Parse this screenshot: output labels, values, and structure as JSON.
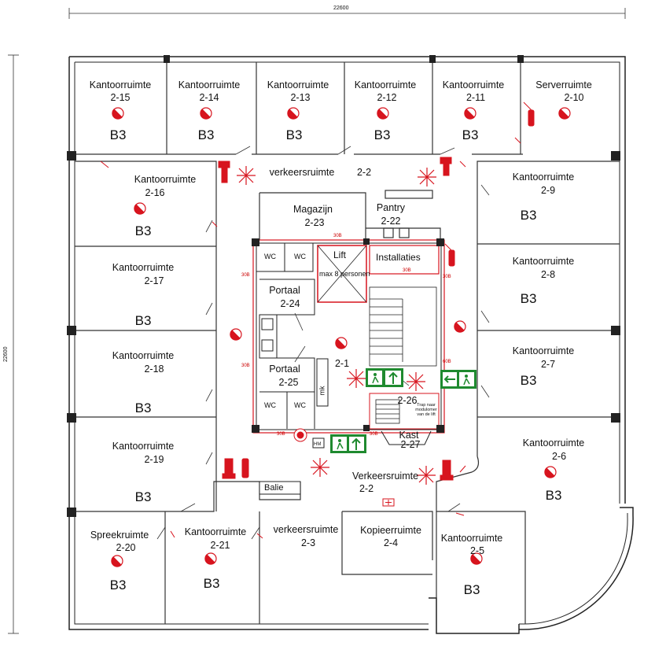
{
  "dimensions": {
    "width": "22600",
    "height": "22600"
  },
  "rooms": [
    {
      "id": "2-15",
      "name": "Kantoorruimte",
      "number": "2-15",
      "class": "B3"
    },
    {
      "id": "2-14",
      "name": "Kantoorruimte",
      "number": "2-14",
      "class": "B3"
    },
    {
      "id": "2-13",
      "name": "Kantoorruimte",
      "number": "2-13",
      "class": "B3"
    },
    {
      "id": "2-12",
      "name": "Kantoorruimte",
      "number": "2-12",
      "class": "B3"
    },
    {
      "id": "2-11",
      "name": "Kantoorruimte",
      "number": "2-11",
      "class": "B3"
    },
    {
      "id": "2-10",
      "name": "Serverruimte",
      "number": "2-10",
      "class": ""
    },
    {
      "id": "2-16",
      "name": "Kantoorruimte",
      "number": "2-16",
      "class": "B3"
    },
    {
      "id": "2-17",
      "name": "Kantoorruimte",
      "number": "2-17",
      "class": "B3"
    },
    {
      "id": "2-18",
      "name": "Kantoorruimte",
      "number": "2-18",
      "class": "B3"
    },
    {
      "id": "2-19",
      "name": "Kantoorruimte",
      "number": "2-19",
      "class": "B3"
    },
    {
      "id": "2-20",
      "name": "Spreekruimte",
      "number": "2-20",
      "class": "B3"
    },
    {
      "id": "2-21",
      "name": "Kantoorruimte",
      "number": "2-21",
      "class": "B3"
    },
    {
      "id": "2-9",
      "name": "Kantoorruimte",
      "number": "2-9",
      "class": "B3"
    },
    {
      "id": "2-8",
      "name": "Kantoorruimte",
      "number": "2-8",
      "class": "B3"
    },
    {
      "id": "2-7",
      "name": "Kantoorruimte",
      "number": "2-7",
      "class": "B3"
    },
    {
      "id": "2-6",
      "name": "Kantoorruimte",
      "number": "2-6",
      "class": "B3"
    },
    {
      "id": "2-5",
      "name": "Kantoorruimte",
      "number": "2-5",
      "class": "B3"
    },
    {
      "id": "2-2a",
      "name": "verkeersruimte",
      "number": "2-2",
      "class": ""
    },
    {
      "id": "2-2b",
      "name": "Verkeersruimte",
      "number": "2-2",
      "class": ""
    },
    {
      "id": "2-3",
      "name": "verkeersruimte",
      "number": "2-3",
      "class": ""
    },
    {
      "id": "2-4",
      "name": "Kopieerruimte",
      "number": "2-4",
      "class": ""
    },
    {
      "id": "2-23",
      "name": "Magazijn",
      "number": "2-23",
      "class": ""
    },
    {
      "id": "2-22",
      "name": "Pantry",
      "number": "2-22",
      "class": ""
    },
    {
      "id": "2-24",
      "name": "Portaal",
      "number": "2-24",
      "class": ""
    },
    {
      "id": "2-25",
      "name": "Portaal",
      "number": "2-25",
      "class": ""
    },
    {
      "id": "2-1",
      "name": "",
      "number": "2-1",
      "class": ""
    },
    {
      "id": "2-26",
      "name": "",
      "number": "2-26",
      "class": ""
    },
    {
      "id": "2-27",
      "name": "Kast",
      "number": "2-27",
      "class": ""
    }
  ],
  "core": {
    "lift_label": "Lift",
    "lift_capacity": "max 8 personen",
    "installaties": "Installaties",
    "wc": "WC",
    "balie": "Balie",
    "mk": "mk",
    "hm": "HM",
    "stair_note": "Trap naar modulomer van de lift",
    "fire_rating": "30B",
    "fire_rating_60": "60B"
  },
  "colors": {
    "wall": "#222222",
    "fire": "#d7141e",
    "exit": "#1f8a2f"
  }
}
